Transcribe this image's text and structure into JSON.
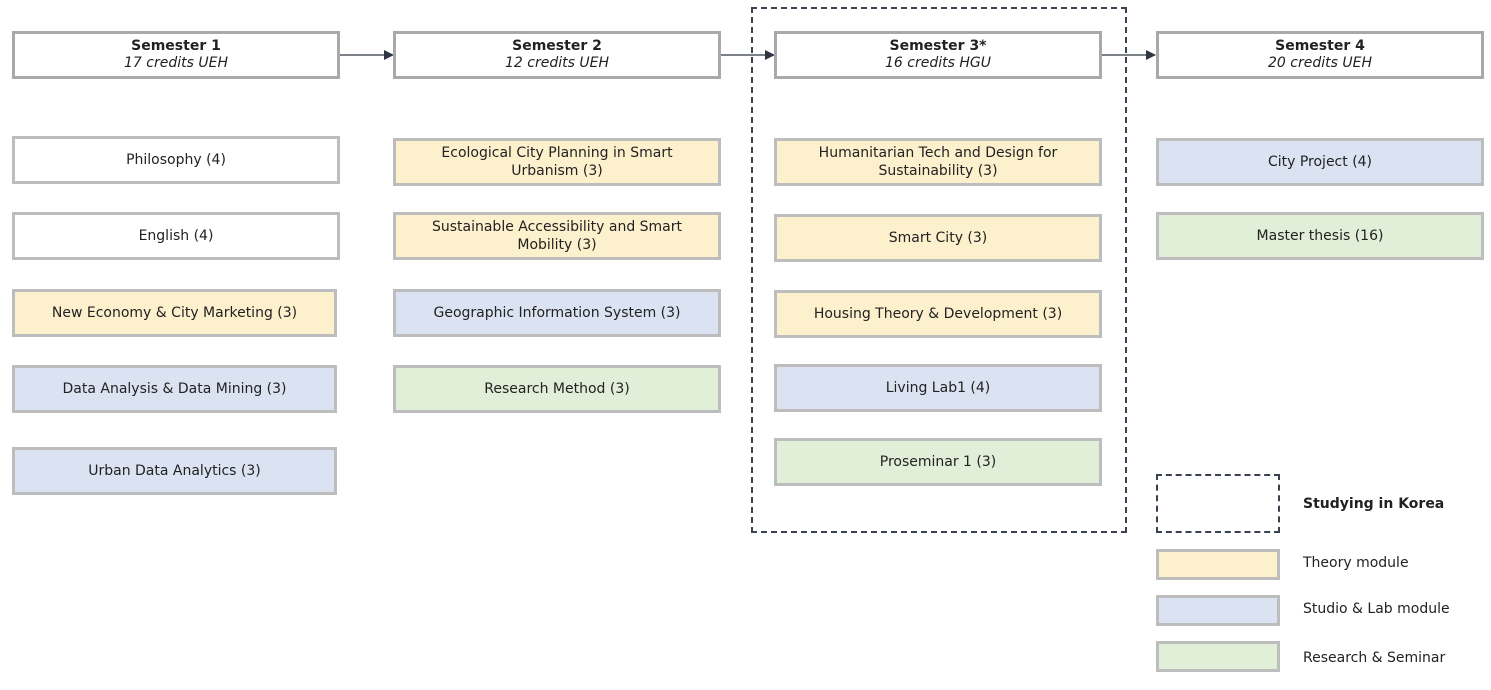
{
  "semesters": [
    {
      "title": "Semester 1",
      "subtitle": "17 credits UEH",
      "modules": [
        {
          "label": "Philosophy (4)",
          "type": "general"
        },
        {
          "label": "English (4)",
          "type": "general"
        },
        {
          "label": "New Economy & City Marketing (3)",
          "type": "theory"
        },
        {
          "label": "Data Analysis & Data Mining (3)",
          "type": "studio"
        },
        {
          "label": "Urban Data Analytics (3)",
          "type": "studio"
        }
      ]
    },
    {
      "title": "Semester 2",
      "subtitle": "12 credits UEH",
      "modules": [
        {
          "label": "Ecological City Planning in Smart Urbanism (3)",
          "type": "theory"
        },
        {
          "label": "Sustainable Accessibility and Smart Mobility (3)",
          "type": "theory"
        },
        {
          "label": "Geographic Information System (3)",
          "type": "studio"
        },
        {
          "label": "Research Method (3)",
          "type": "research"
        }
      ]
    },
    {
      "title": "Semester 3*",
      "subtitle": "16 credits HGU",
      "modules": [
        {
          "label": "Humanitarian Tech and Design for Sustainability (3)",
          "type": "theory"
        },
        {
          "label": "Smart City (3)",
          "type": "theory"
        },
        {
          "label": "Housing Theory & Development (3)",
          "type": "theory"
        },
        {
          "label": "Living Lab1 (4)",
          "type": "studio"
        },
        {
          "label": "Proseminar 1 (3)",
          "type": "research"
        }
      ]
    },
    {
      "title": "Semester 4",
      "subtitle": "20 credits UEH",
      "modules": [
        {
          "label": "City Project (4)",
          "type": "studio"
        },
        {
          "label": "Master thesis (16)",
          "type": "research"
        }
      ]
    }
  ],
  "legend": {
    "korea": "Studying in Korea",
    "theory": "Theory module",
    "studio": "Studio & Lab module",
    "research": "Research & Seminar"
  },
  "colors": {
    "general": "#ffffff",
    "theory": "#fdf0cd",
    "studio": "#dbe3f3",
    "research": "#e1eed8",
    "border": "#bdbdbd",
    "dashed": "#3a4150"
  }
}
